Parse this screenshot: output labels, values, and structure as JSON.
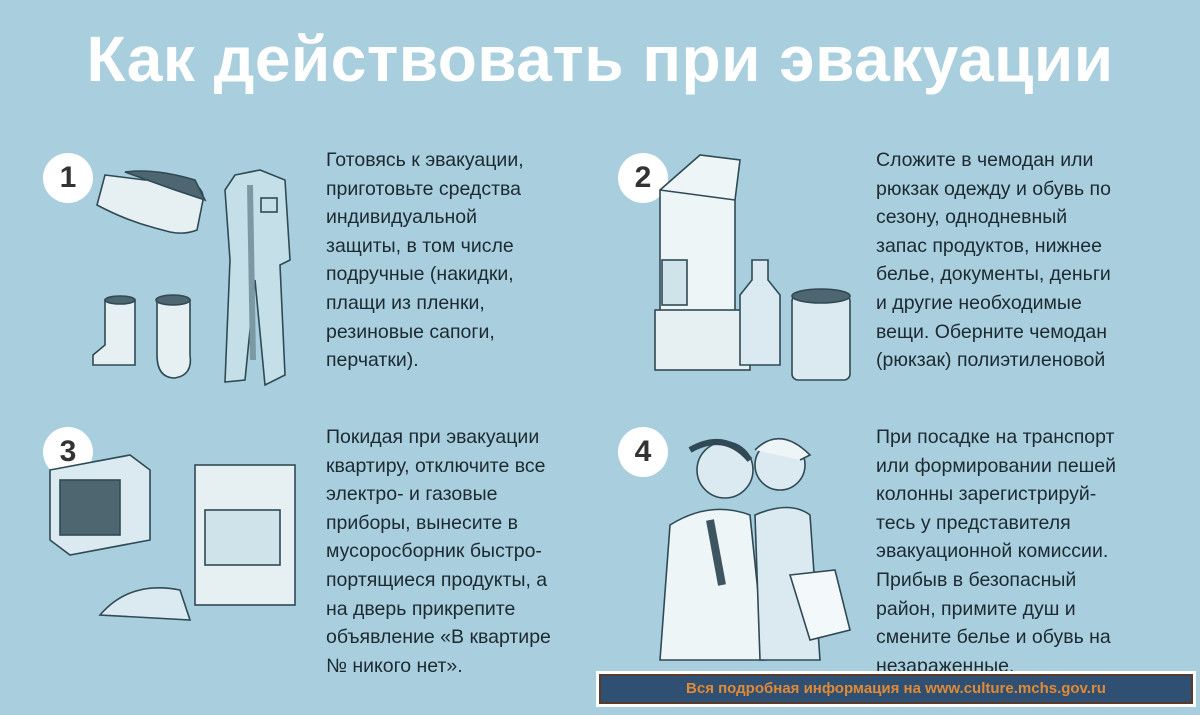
{
  "title": "Как действовать при эвакуации",
  "steps": [
    {
      "number": "1",
      "lines": [
        "Готовясь к эвакуации,",
        "приготовьте средства",
        "индивидуальной",
        "защиты, в том числе",
        "подручные (накидки,",
        "плащи из пленки,",
        "резиновые сапоги,",
        "перчатки)."
      ]
    },
    {
      "number": "2",
      "lines": [
        "Сложите в чемодан или",
        "рюкзак одежду и обувь по",
        "сезону, однодневный",
        "запас продуктов, нижнее",
        "белье, документы, деньги",
        "и другие необходимые",
        "вещи. Оберните чемодан",
        "(рюкзак) полиэтиленовой"
      ]
    },
    {
      "number": "3",
      "lines": [
        "Покидая при эвакуации",
        "квартиру, отключите все",
        "электро- и газовые",
        "приборы, вынесите в",
        "мусоросборник быстро-",
        "портящиеся продукты, а",
        "на дверь прикрепите",
        "объявление «В квартире",
        "№ никого нет»."
      ]
    },
    {
      "number": "4",
      "lines": [
        "При посадке на транспорт",
        "или формировании пешей",
        "колонны зарегистрируй-",
        "тесь у представителя",
        "эвакуационной комиссии.",
        "Прибыв в безопасный",
        "район, примите душ и",
        "смените белье и обувь на",
        "незараженные."
      ]
    }
  ],
  "footer": "Вся подробная информация на  www.culture.mchs.gov.ru",
  "colors": {
    "background": "#a9cfde",
    "banner": "#2f4f73",
    "banner_text": "#e08a35"
  }
}
